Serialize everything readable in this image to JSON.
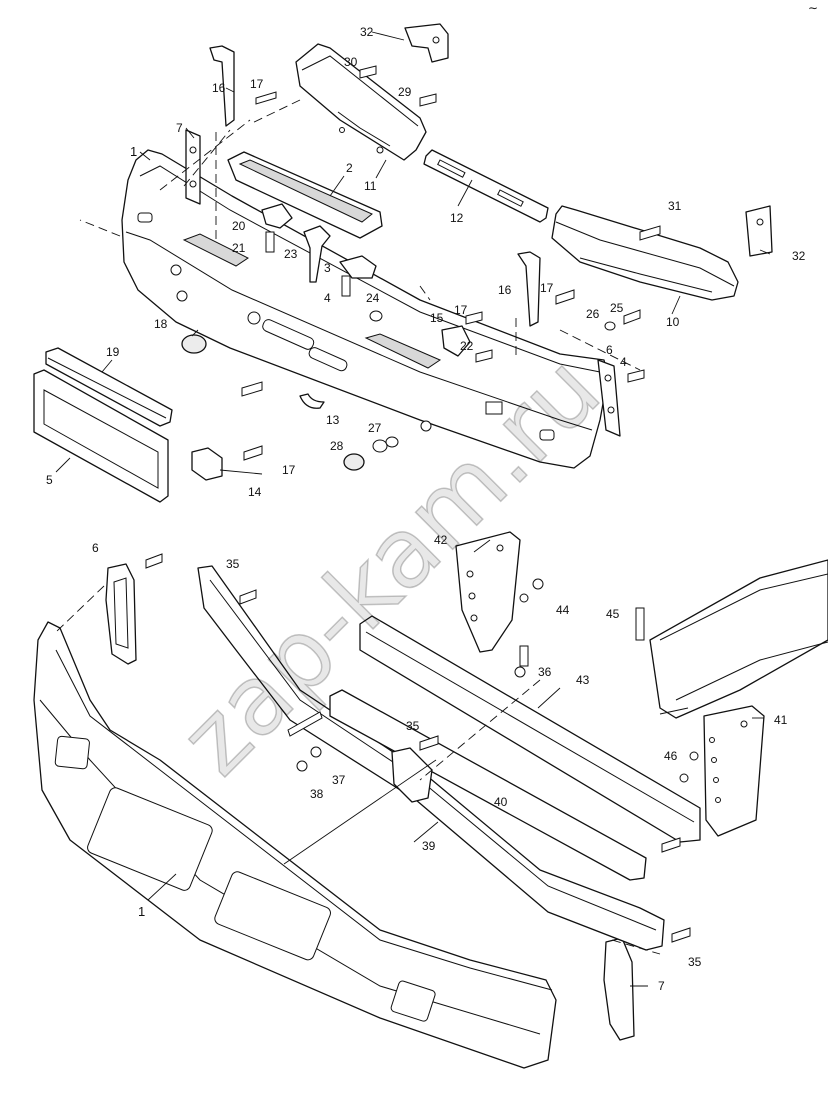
{
  "watermark": "zap-kam.ru",
  "corner_mark": "∼",
  "callouts": {
    "c32a": "32",
    "c30": "30",
    "c29": "29",
    "c16a": "16",
    "c17a": "17",
    "c7a": "7",
    "c1a": "1",
    "c2": "2",
    "c11": "11",
    "c12": "12",
    "c31": "31",
    "c32b": "32",
    "c20": "20",
    "c21": "21",
    "c23": "23",
    "c3": "3",
    "c4a": "4",
    "c24": "24",
    "c16b": "16",
    "c17b": "17",
    "c25": "25",
    "c26": "26",
    "c10": "10",
    "c18": "18",
    "c15": "15",
    "c17c": "17",
    "c22": "22",
    "c6a": "6",
    "c4b": "4",
    "c19": "19",
    "c5": "5",
    "c13": "13",
    "c27": "27",
    "c28": "28",
    "c17d": "17",
    "c14": "14",
    "c6b": "6",
    "c42": "42",
    "c35a": "35",
    "c44": "44",
    "c45": "45",
    "c36": "36",
    "c43": "43",
    "c41": "41",
    "c35b": "35",
    "c46": "46",
    "c37": "37",
    "c38": "38",
    "c40": "40",
    "c39": "39",
    "c1b": "1",
    "c35c": "35",
    "c7b": "7"
  }
}
